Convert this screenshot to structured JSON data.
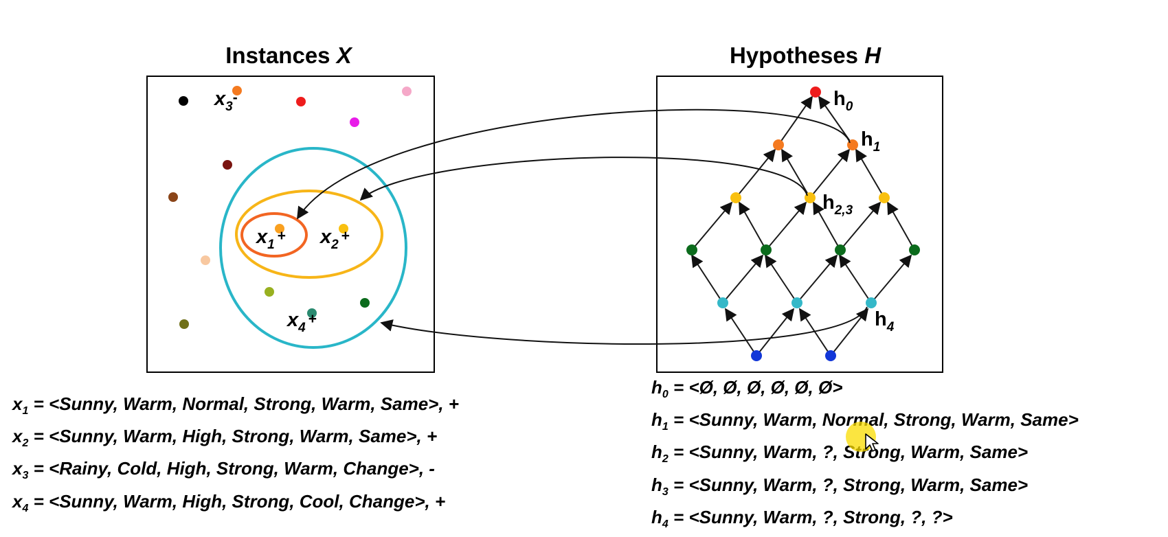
{
  "instances_panel": {
    "title_word": "Instances",
    "title_var": "X",
    "labels": [
      {
        "name": "x",
        "sub": "3",
        "sign": "-"
      },
      {
        "name": "x",
        "sub": "1",
        "sign": "+"
      },
      {
        "name": "x",
        "sub": "2",
        "sign": "+"
      },
      {
        "name": "x",
        "sub": "4",
        "sign": "+"
      }
    ]
  },
  "hypotheses_panel": {
    "title_word": "Hypotheses",
    "title_var": "H",
    "labels": [
      {
        "name": "h",
        "sub": "0"
      },
      {
        "name": "h",
        "sub": "1"
      },
      {
        "name": "h",
        "sub": "2,3"
      },
      {
        "name": "h",
        "sub": "4"
      }
    ]
  },
  "instance_definitions": [
    {
      "var": "x",
      "sub": "1",
      "text": "= <Sunny, Warm, Normal, Strong, Warm, Same>, +"
    },
    {
      "var": "x",
      "sub": "2",
      "text": "= <Sunny, Warm, High, Strong, Warm, Same>, +"
    },
    {
      "var": "x",
      "sub": "3",
      "text": "= <Rainy, Cold, High, Strong, Warm, Change>, -"
    },
    {
      "var": "x",
      "sub": "4",
      "text": "= <Sunny, Warm, High, Strong, Cool, Change>, +"
    }
  ],
  "hypothesis_definitions": [
    {
      "var": "h",
      "sub": "0",
      "text": "= <Ø, Ø, Ø, Ø, Ø, Ø>"
    },
    {
      "var": "h",
      "sub": "1",
      "text": "= <Sunny, Warm, Normal, Strong, Warm, Same>"
    },
    {
      "var": "h",
      "sub": "2",
      "text": "= <Sunny, Warm, ?, Strong, Warm, Same>"
    },
    {
      "var": "h",
      "sub": "3",
      "text": "= <Sunny, Warm, ?, Strong, Warm, Same>"
    },
    {
      "var": "h",
      "sub": "4",
      "text": "= <Sunny, Warm, ?, Strong, ?, ?>"
    }
  ],
  "colors": {
    "ring_h1": "#f26522",
    "ring_h23": "#f7b518",
    "ring_h4": "#29b6c8",
    "node_top": "#ee1c1c",
    "node_orange": "#f47a20",
    "node_yellow": "#f9c010",
    "node_green": "#0b6b1c",
    "node_cyan": "#34b8c8",
    "node_blue": "#1237d8",
    "cursor_highlight": "#f8dc00"
  }
}
